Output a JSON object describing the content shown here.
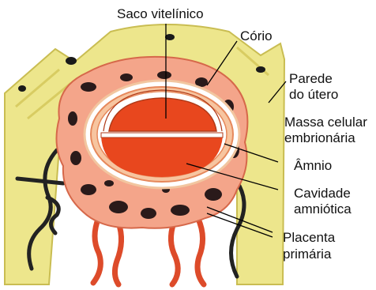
{
  "labels": {
    "saco_vitelinico": "Saco vitelínico",
    "corio": "Cório",
    "parede_do_utero": [
      "Parede",
      "do útero"
    ],
    "massa_celular": [
      "Massa celular",
      "embrionária"
    ],
    "amnio": "Âmnio",
    "cavidade_amniotica": [
      "Cavidade",
      "amniótica"
    ],
    "placenta_primaria": [
      "Placenta",
      "primária"
    ]
  },
  "colors": {
    "uterine_wall": "#ede68c",
    "uterine_wall_outline": "#c9bd52",
    "placenta": "#f4a58a",
    "placenta_outline": "#d6684a",
    "embryo": "#e8471e",
    "lacuna": "#2a1a1a",
    "vessels": "#dd4b2a",
    "glands": "#1a1a1a",
    "leader_lines": "#000000"
  }
}
